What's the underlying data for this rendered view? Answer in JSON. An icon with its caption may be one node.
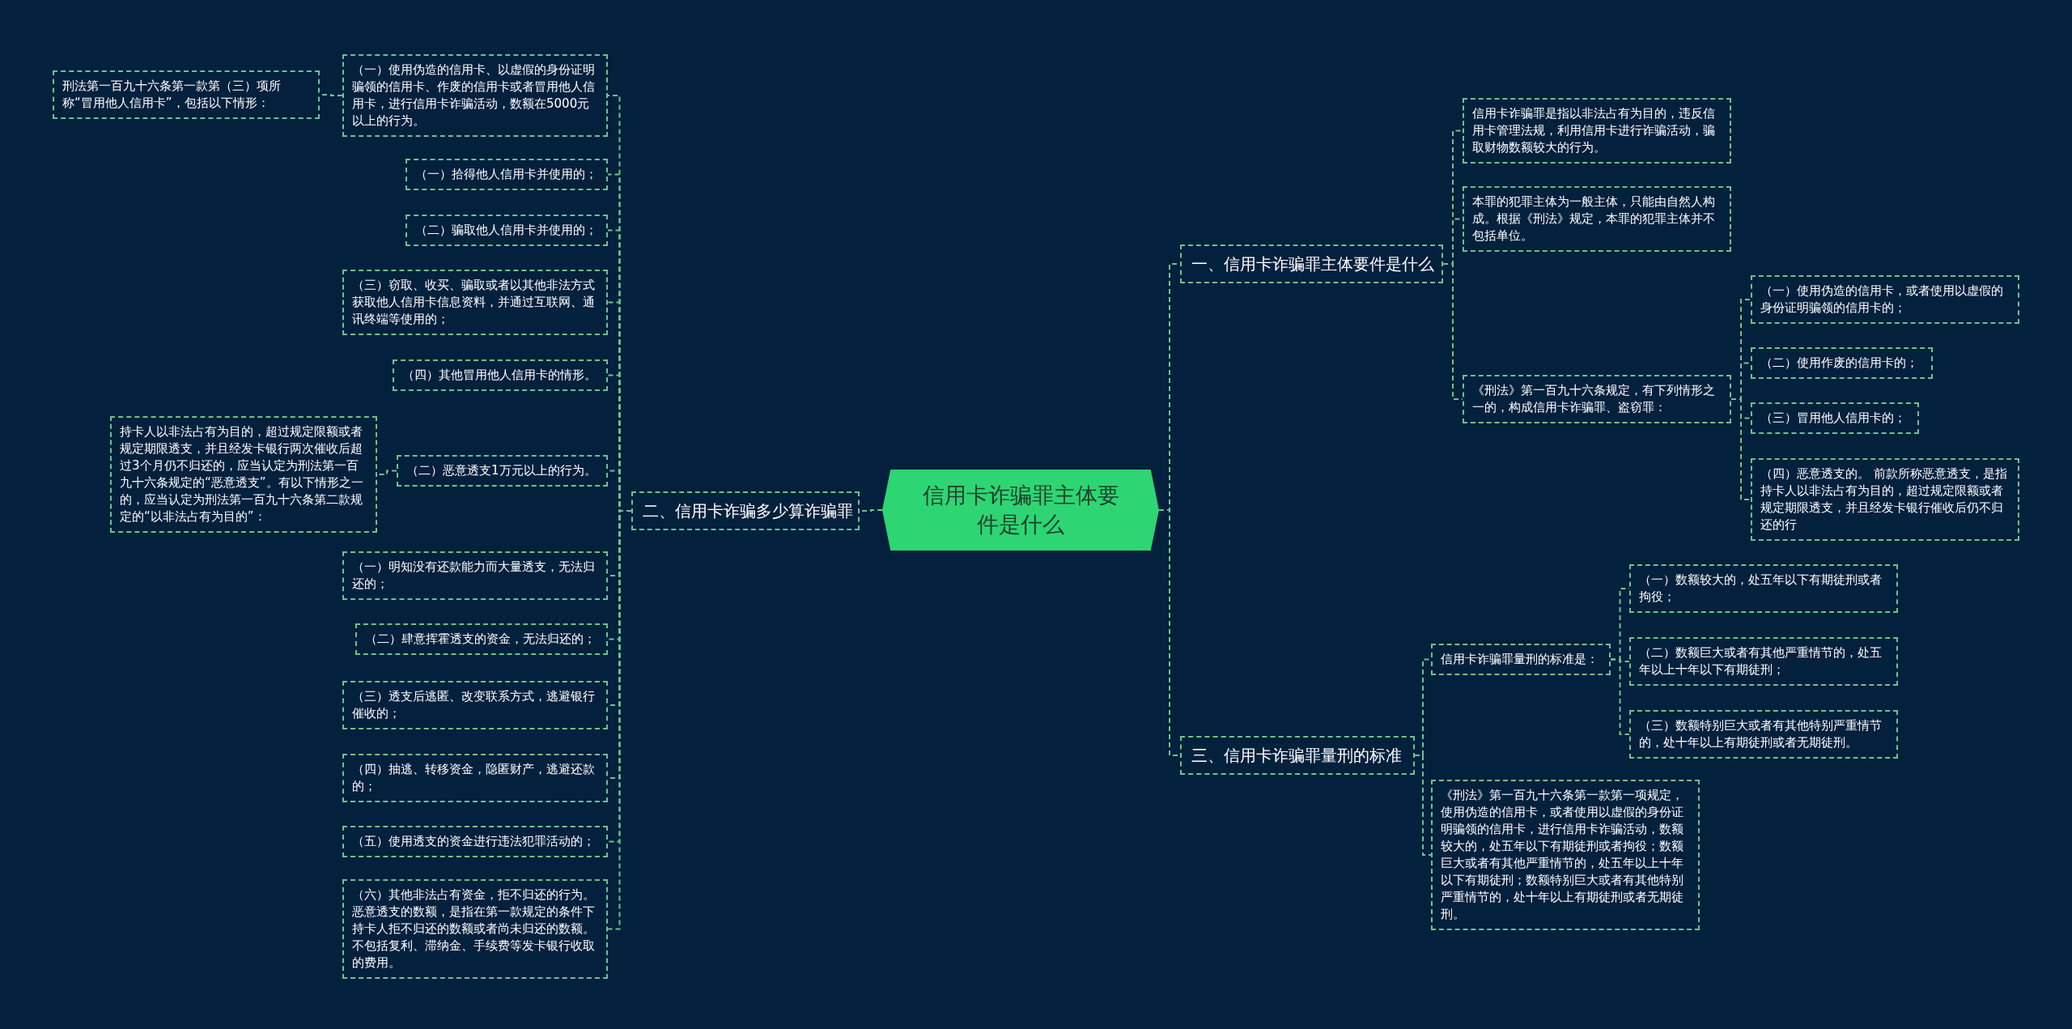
{
  "diagram": {
    "nodes": [
      {
        "text": [
          "信用卡诈骗罪主体要件是什么"
        ]
      },
      {
        "text": [
          "一、信用卡诈骗罪主体要件是什么"
        ]
      },
      {
        "text": [
          "二、信用卡诈骗多少算诈骗罪"
        ]
      },
      {
        "text": [
          "三、信用卡诈骗罪量刑的标准"
        ]
      },
      {
        "text": [
          "信用卡诈骗罪是指以非法占有为目的，违反信用卡管理法规，利用信用卡进行诈骗活动，骗取财物数额较大的行为。"
        ]
      },
      {
        "text": [
          "本罪的犯罪主体为一般主体，只能由自然人构成。根据《刑法》规定，本罪的犯罪主体并不包括单位。"
        ]
      },
      {
        "text": [
          "《刑法》第一百九十六条规定，有下列情形之一的，构成信用卡诈骗罪、盗窃罪："
        ]
      },
      {
        "text": [
          "（一）使用伪造的信用卡，或者使用以虚假的身份证明骗领的信用卡的；"
        ]
      },
      {
        "text": [
          "（二）使用作废的信用卡的；"
        ]
      },
      {
        "text": [
          "（三）冒用他人信用卡的；"
        ]
      },
      {
        "text": [
          "（四）恶意透支的。 前款所称恶意透支，是指持卡人以非法占有为目的，超过规定限额或者规定期限透支，并且经发卡银行催收后仍不归还的行"
        ]
      },
      {
        "text": [
          "信用卡诈骗罪量刑的标准是："
        ]
      },
      {
        "text": [
          "《刑法》第一百九十六条第一款第一项规定，使用伪造的信用卡，或者使用以虚假的身份证明骗领的信用卡，进行信用卡诈骗活动，数额较大的，处五年以下有期徒刑或者拘役；数额巨大或者有其他严重情节的，处五年以上十年以下有期徒刑；数额特别巨大或者有其他特别严重情节的，处十年以上有期徒刑或者无期徒刑。"
        ]
      },
      {
        "text": [
          "（一）数额较大的，处五年以下有期徒刑或者拘役；"
        ]
      },
      {
        "text": [
          "（二）数额巨大或者有其他严重情节的，处五年以上十年以下有期徒刑；"
        ]
      },
      {
        "text": [
          "（三）数额特别巨大或者有其他特别严重情节的，处十年以上有期徒刑或者无期徒刑。"
        ]
      },
      {
        "text": [
          "（一）使用伪造的信用卡、以虚假的身份证明骗领的信用卡、作废的信用卡或者冒用他人信用卡，进行信用卡诈骗活动，数额在5000元以上的行为。"
        ]
      },
      {
        "text": [
          "（一）拾得他人信用卡并使用的；"
        ]
      },
      {
        "text": [
          "（二）骗取他人信用卡并使用的；"
        ]
      },
      {
        "text": [
          "（三）窃取、收买、骗取或者以其他非法方式获取他人信用卡信息资料，并通过互联网、通讯终端等使用的；"
        ]
      },
      {
        "text": [
          "（四）其他冒用他人信用卡的情形。"
        ]
      },
      {
        "text": [
          "（二）恶意透支1万元以上的行为。"
        ]
      },
      {
        "text": [
          "（一）明知没有还款能力而大量透支，无法归还的；"
        ]
      },
      {
        "text": [
          "（二）肆意挥霍透支的资金，无法归还的；"
        ]
      },
      {
        "text": [
          "（三）透支后逃匿、改变联系方式，逃避银行催收的；"
        ]
      },
      {
        "text": [
          "（四）抽逃、转移资金，隐匿财产，逃避还款的；"
        ]
      },
      {
        "text": [
          "（五）使用透支的资金进行违法犯罪活动的；"
        ]
      },
      {
        "text": [
          "（六）其他非法占有资金，拒不归还的行为。恶意透支的数额，是指在第一款规定的条件下持卡人拒不归还的数额或者尚未归还的数额。不包括复利、滞纳金、手续费等发卡银行收取的费用。"
        ]
      },
      {
        "text": [
          "刑法第一百九十六条第一款第（三）项所称“冒用他人信用卡”，包括以下情形："
        ]
      },
      {
        "text": [
          "持卡人以非法占有为目的，超过规定限额或者规定期限透支，并且经发卡银行两次催收后超过3个月仍不归还的，应当认定为刑法第一百九十六条规定的“恶意透支”。有以下情形之一的，应当认定为刑法第一百九十六条第二款规定的“以非法占有为目的”："
        ]
      }
    ],
    "edges": [
      {
        "from": 0,
        "to": 1,
        "arrow": "none"
      },
      {
        "from": 0,
        "to": 2,
        "arrow": "none"
      },
      {
        "from": 0,
        "to": 3,
        "arrow": "none"
      },
      {
        "from": 1,
        "to": 4,
        "arrow": "none"
      },
      {
        "from": 1,
        "to": 5,
        "arrow": "none"
      },
      {
        "from": 1,
        "to": 6,
        "arrow": "none"
      },
      {
        "from": 6,
        "to": 7,
        "arrow": "none"
      },
      {
        "from": 6,
        "to": 8,
        "arrow": "none"
      },
      {
        "from": 6,
        "to": 9,
        "arrow": "none"
      },
      {
        "from": 6,
        "to": 10,
        "arrow": "none"
      },
      {
        "from": 3,
        "to": 11,
        "arrow": "none"
      },
      {
        "from": 3,
        "to": 12,
        "arrow": "none"
      },
      {
        "from": 11,
        "to": 13,
        "arrow": "none"
      },
      {
        "from": 11,
        "to": 14,
        "arrow": "none"
      },
      {
        "from": 11,
        "to": 15,
        "arrow": "none"
      },
      {
        "from": 2,
        "to": 16,
        "arrow": "none"
      },
      {
        "from": 2,
        "to": 17,
        "arrow": "none"
      },
      {
        "from": 2,
        "to": 18,
        "arrow": "none"
      },
      {
        "from": 2,
        "to": 19,
        "arrow": "none"
      },
      {
        "from": 2,
        "to": 20,
        "arrow": "none"
      },
      {
        "from": 2,
        "to": 21,
        "arrow": "none"
      },
      {
        "from": 2,
        "to": 22,
        "arrow": "none"
      },
      {
        "from": 2,
        "to": 23,
        "arrow": "none"
      },
      {
        "from": 2,
        "to": 24,
        "arrow": "none"
      },
      {
        "from": 2,
        "to": 25,
        "arrow": "none"
      },
      {
        "from": 2,
        "to": 26,
        "arrow": "none"
      },
      {
        "from": 2,
        "to": 27,
        "arrow": "none"
      },
      {
        "from": 16,
        "to": 28,
        "arrow": "none"
      },
      {
        "from": 21,
        "to": 29,
        "arrow": "none"
      }
    ]
  }
}
